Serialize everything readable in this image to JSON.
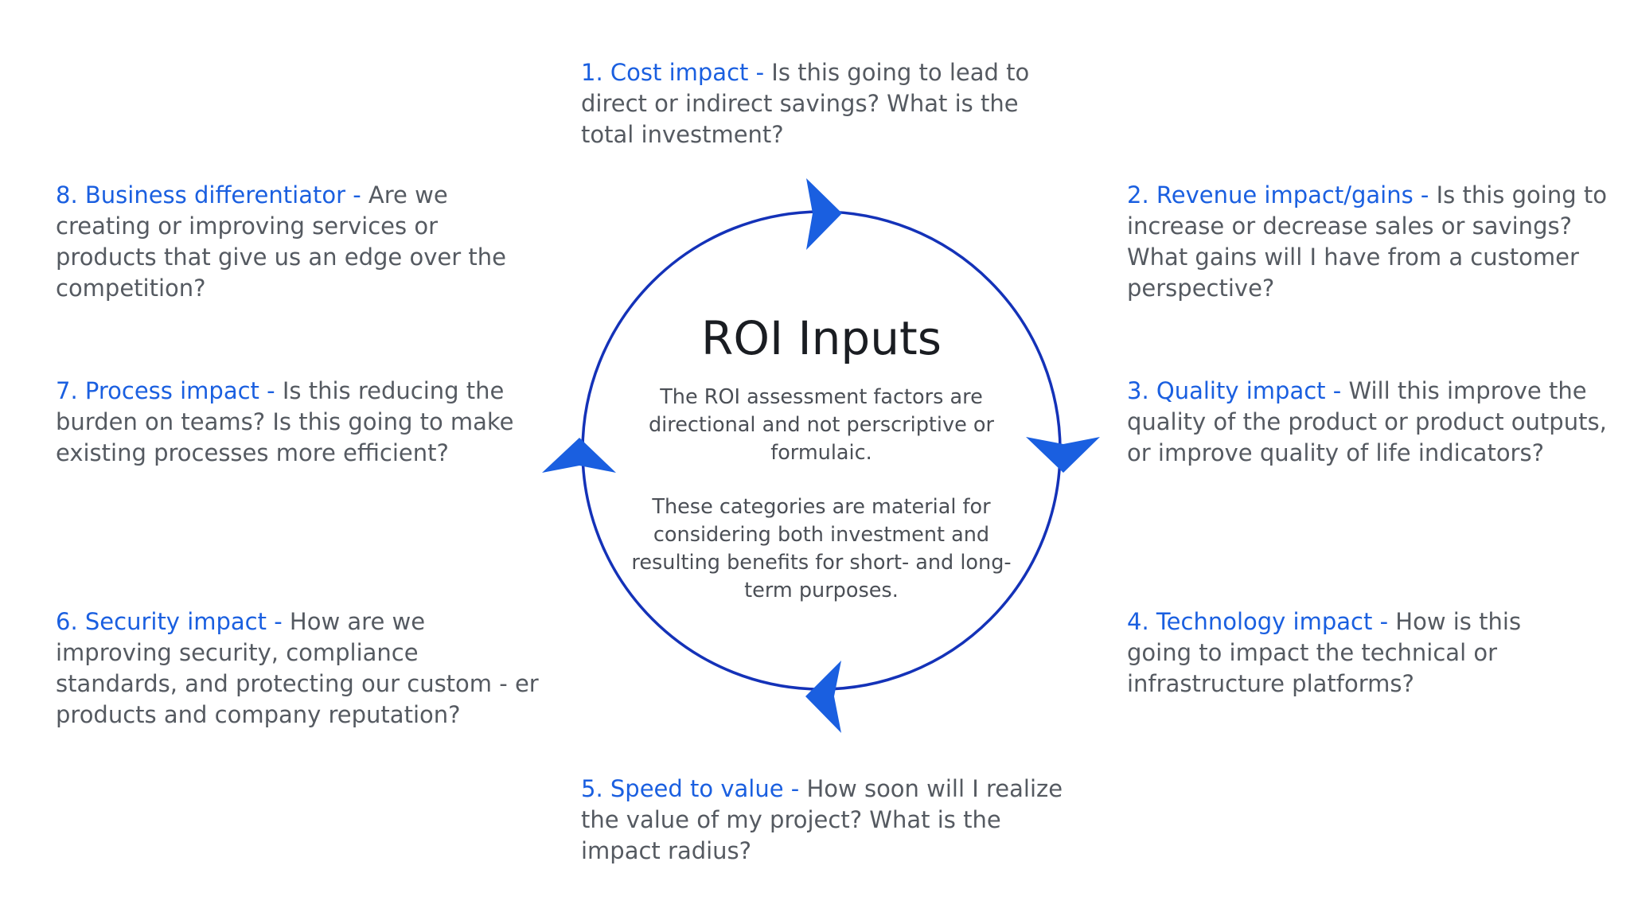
{
  "diagram": {
    "title": "ROI Inputs",
    "center_paragraphs": [
      "The ROI assessment factors are directional and not perscriptive or formulaic.",
      "These categories are material for considering both investment and resulting benefits for short- and long-term purposes."
    ],
    "items": [
      {
        "title": "1. Cost impact - ",
        "text": "Is this going to lead to direct or indirect savings? What is the total investment?"
      },
      {
        "title": "2. Revenue impact/gains - ",
        "text": "Is this going to increase or decrease sales or savings? What gains will I have from a customer perspective?"
      },
      {
        "title": "3. Quality impact - ",
        "text": "Will this improve the quality of the product or product outputs, or improve quality of life indicators?"
      },
      {
        "title": "4. Technology impact - ",
        "text": "How is this going to impact the technical or infrastructure platforms?"
      },
      {
        "title": "5. Speed to value - ",
        "text": "How soon will I realize the value of my project? What is the impact radius?"
      },
      {
        "title": "6. Security impact - ",
        "text": "How are we improving security, compliance standards, and protecting our custom - er products and company reputation?"
      },
      {
        "title": "7. Process impact - ",
        "text": "Is this reducing the burden on teams? Is this going to make existing processes more efficient?"
      },
      {
        "title": "8. Business differentiator - ",
        "text": "Are we creating or improving services or products that give us an edge over the competition?"
      }
    ],
    "colors": {
      "accent": "#1a5fe0",
      "circle": "#1432b8",
      "body_text": "#555a61",
      "title_text": "#1a1d22"
    }
  }
}
